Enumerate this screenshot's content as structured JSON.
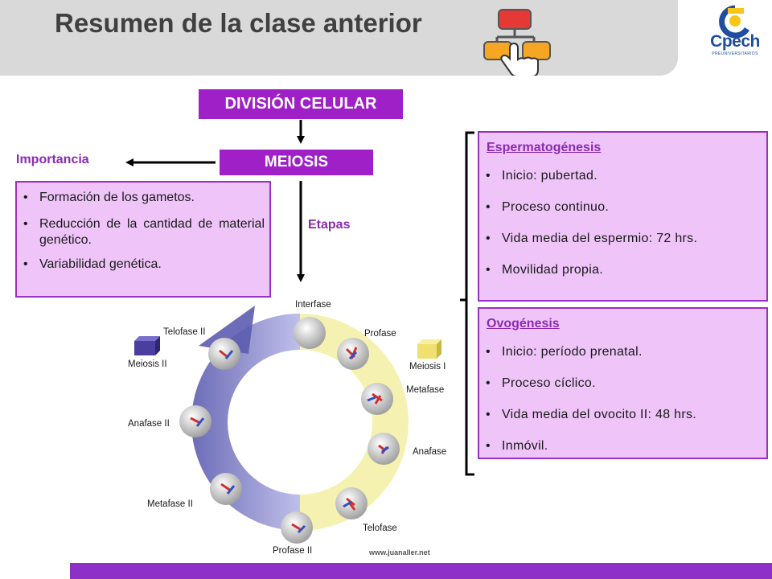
{
  "header": {
    "title": "Resumen de la clase anterior",
    "logo_text": "Cpech",
    "logo_subtext": "PREUNIVERSITARIOS"
  },
  "diagram": {
    "division_label": "DIVISIÓN CELULAR",
    "meiosis_label": "MEIOSIS",
    "importancia_label": "Importancia",
    "etapas_label": "Etapas"
  },
  "importancia": {
    "items": [
      "Formación de los gametos.",
      "Reducción de la cantidad de material genético.",
      "Variabilidad genética."
    ]
  },
  "espermatogenesis": {
    "heading": "Espermatogénesis",
    "items": [
      "Inicio: pubertad.",
      "Proceso continuo.",
      "Vida media del espermio: 72 hrs.",
      "Movilidad propia."
    ]
  },
  "ovogenesis": {
    "heading": "Ovogénesis",
    "items": [
      "Inicio: período prenatal.",
      "Proceso cíclico.",
      "Vida media del ovocito II: 48 hrs.",
      "Inmóvil."
    ]
  },
  "cycle": {
    "interfase": "Interfase",
    "profase": "Profase",
    "metafase": "Metafase",
    "anafase": "Anafase",
    "telofase": "Telofase",
    "profase2": "Profase II",
    "metafase2": "Metafase II",
    "anafase2": "Anafase II",
    "telofase2": "Telofase II",
    "meiosis1": "Meiosis I",
    "meiosis2": "Meiosis II",
    "watermark": "www.juanaller.net"
  },
  "colors": {
    "accent_purple": "#a020c8",
    "box_fill": "#efc5f9",
    "header_gray": "#d9d9d9"
  }
}
